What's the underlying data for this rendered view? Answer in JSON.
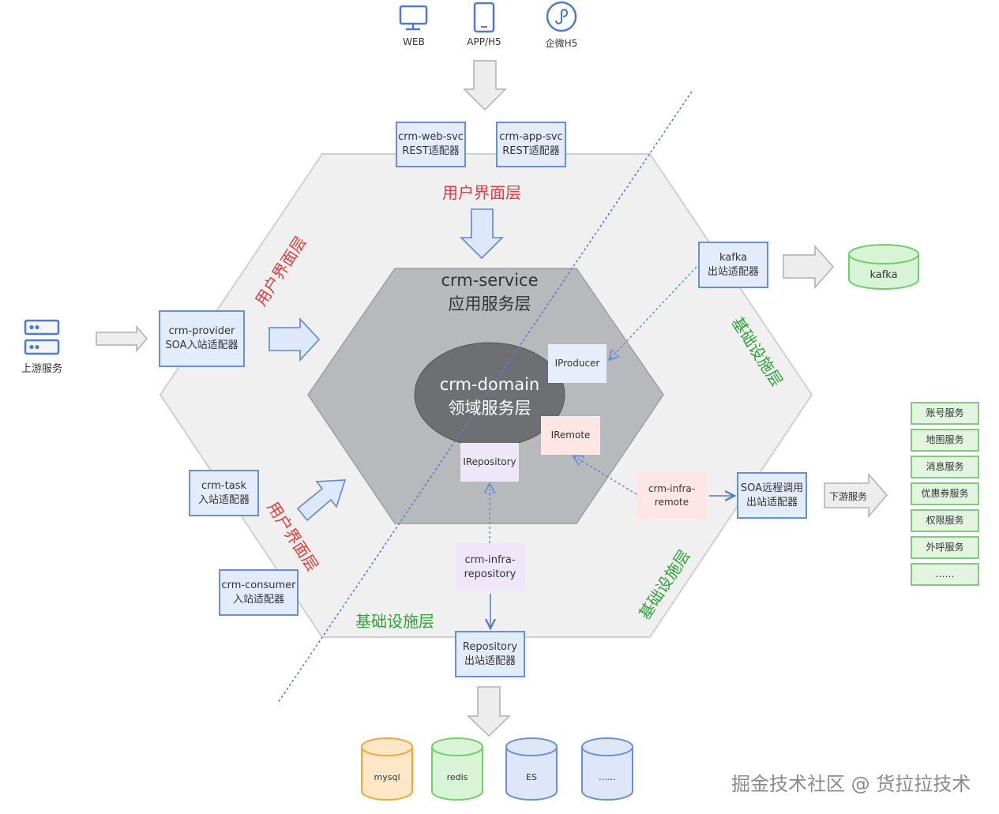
{
  "clients": [
    {
      "label": "WEB",
      "icon": "monitor-icon"
    },
    {
      "label": "APP/H5",
      "icon": "phone-icon"
    },
    {
      "label": "企微H5",
      "icon": "mini-program-icon"
    }
  ],
  "adapters_top": [
    {
      "line1": "crm-web-svc",
      "line2": "REST适配器"
    },
    {
      "line1": "crm-app-svc",
      "line2": "REST适配器"
    }
  ],
  "layers": {
    "ui_top": "用户界面层",
    "ui_left": "用户界面层",
    "ui_left_bottom": "用户界面层",
    "infra_right": "基础设施层",
    "infra_bottom_right": "基础设施层",
    "infra_bottom": "基础设施层"
  },
  "upstream": {
    "label": "上游服务",
    "icon": "server-icon"
  },
  "provider": {
    "line1": "crm-provider",
    "line2": "SOA入站适配器"
  },
  "task": {
    "line1": "crm-task",
    "line2": "入站适配器"
  },
  "consumer": {
    "line1": "crm-consumer",
    "line2": "入站适配器"
  },
  "service": {
    "line1": "crm-service",
    "line2": "应用服务层"
  },
  "domain": {
    "line1": "crm-domain",
    "line2": "领域服务层"
  },
  "ports": {
    "producer": "IProducer",
    "remote": "IRemote",
    "repository": "IRepository"
  },
  "kafka_adapter": {
    "line1": "kafka",
    "line2": "出站适配器"
  },
  "kafka_store": "kafka",
  "infra_remote": {
    "line1": "crm-infra-",
    "line2": "remote"
  },
  "soa_remote": {
    "line1": "SOA远程调用",
    "line2": "出站适配器"
  },
  "downstream_label": "下游服务",
  "downstream_services": [
    "账号服务",
    "地图服务",
    "消息服务",
    "优惠券服务",
    "权限服务",
    "外呼服务",
    "……"
  ],
  "infra_repository": {
    "line1": "crm-infra-",
    "line2": "repository"
  },
  "repository_adapter": {
    "line1": "Repository",
    "line2": "出站适配器"
  },
  "stores": [
    {
      "label": "mysql",
      "color": "#f6a53c",
      "fill": "#fde7c6"
    },
    {
      "label": "redis",
      "color": "#6fcf69",
      "fill": "#d9f3d6"
    },
    {
      "label": "ES",
      "color": "#6b8fd6",
      "fill": "#dde7f9"
    },
    {
      "label": "……",
      "color": "#6b8fd6",
      "fill": "#dde7f9"
    }
  ],
  "watermark": "掘金技术社区 @ 货拉拉技术"
}
